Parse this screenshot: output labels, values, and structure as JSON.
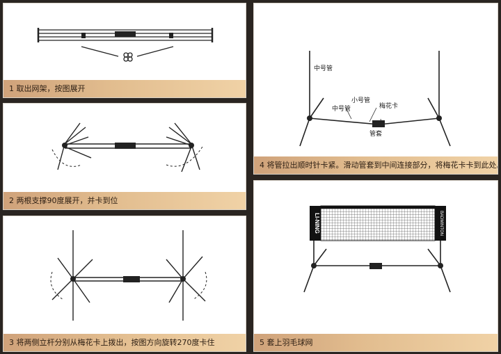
{
  "steps": [
    {
      "caption": "1 取出网架，按图展开"
    },
    {
      "caption": "2 两根支撑90度展开，并卡到位"
    },
    {
      "caption": "3 将两侧立杆分别从梅花卡上拨出，按图方向旋转270度卡住"
    },
    {
      "caption": "4 将管拉出顺时针卡紧。滑动管套到中间连接部分，将梅花卡卡到此处。",
      "labels": {
        "mid_tube_top": "中号管",
        "small_tube": "小号管",
        "mid_tube": "中号管",
        "plum_clip": "梅花卡",
        "sleeve": "管套"
      }
    },
    {
      "caption": "5 套上羽毛球网",
      "net_brand": "LI-NING",
      "net_text": "BADMINTON"
    }
  ],
  "colors": {
    "background": "#2a2521",
    "caption_start": "#cfa27a",
    "caption_end": "#f0d2a6"
  }
}
